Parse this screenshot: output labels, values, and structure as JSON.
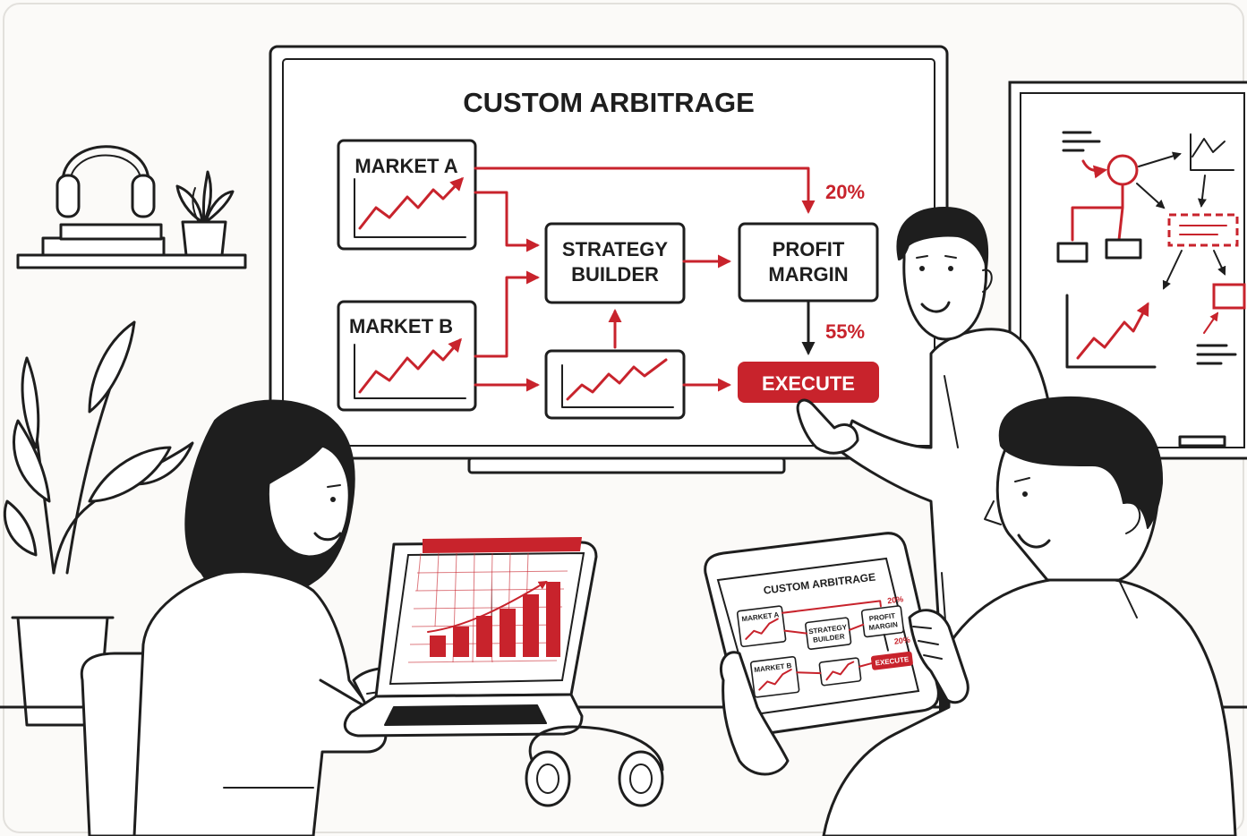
{
  "board": {
    "title": "CUSTOM ARBITRAGE",
    "market_a": "MARKET A",
    "market_b": "MARKET B",
    "strategy_line1": "STRATEGY",
    "strategy_line2": "BUILDER",
    "profit_line1": "PROFIT",
    "profit_line2": "MARGIN",
    "pct_top": "20%",
    "pct_bottom": "55%",
    "execute": "EXECUTE"
  },
  "tablet": {
    "title": "CUSTOM ARBITRAGE",
    "market_a": "MARKET A",
    "market_b": "MARKET B",
    "strategy_line1": "STRATEGY",
    "strategy_line2": "BUILDER",
    "profit_line1": "PROFIT",
    "profit_line2": "MARGIN",
    "pct_top": "20%",
    "pct_bottom": "20%",
    "execute": "EXECUTE"
  },
  "colors": {
    "accent": "#c8232c",
    "ink": "#1e1e1e",
    "paper": "#fbfaf8"
  },
  "icons": [
    "headphones-icon",
    "plant-icon",
    "laptop-chart-icon",
    "tablet-icon",
    "trend-chart-icon"
  ]
}
